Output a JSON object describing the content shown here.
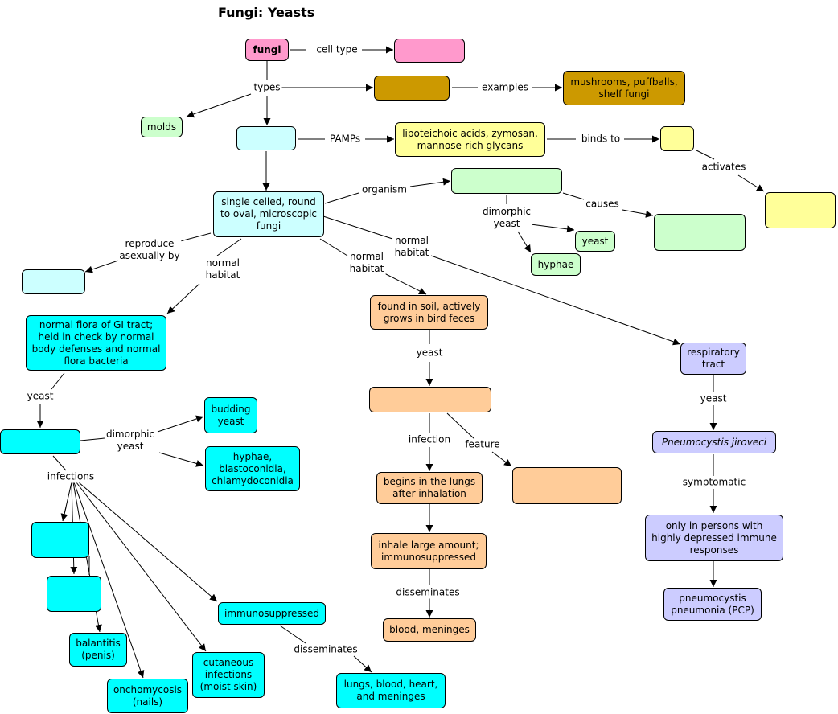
{
  "title": "Fungi: Yeasts",
  "nodes": {
    "fungi": "fungi",
    "cell_type_blank": "",
    "types_blank": "",
    "mushrooms": "mushrooms, puffballs,\nshelf fungi",
    "molds": "molds",
    "yeasts_blank": "",
    "pamps_list": "lipoteichoic acids, zymosan,\nmannose-rich glycans",
    "binds_blank": "",
    "activates_blank": "",
    "organism_blank": "",
    "causes_blank": "",
    "yeast_small": "yeast",
    "hyphae_small": "hyphae",
    "single_celled": "single celled, round\nto oval, microscopic\nfungi",
    "reproduce_blank": "",
    "normal_flora": "normal flora of GI tract;\nheld in check by normal\nbody defenses and normal\nflora bacteria",
    "candida_blank": "",
    "budding_yeast": "budding\nyeast",
    "hyphae_blasto": "hyphae,\nblastoconidia,\nchlamydoconidia",
    "infection1_blank": "",
    "infection2_blank": "",
    "balantitis": "balantitis\n(penis)",
    "onchomycosis": "onchomycosis\n(nails)",
    "cutaneous": "cutaneous\ninfections\n(moist skin)",
    "immunosuppressed": "immunosuppressed",
    "lungs_blood": "lungs, blood, heart,\nand meninges",
    "soil": "found in soil, actively\ngrows in bird feces",
    "crypto_blank": "",
    "feature_blank": "",
    "begins_lungs": "begins in the lungs\nafter inhalation",
    "inhale": "inhale large amount;\nimmunosuppressed",
    "blood_meninges": "blood, meninges",
    "respiratory": "respiratory\ntract",
    "pneumocystis": "Pneumocystis jiroveci",
    "only_persons": "only in persons with\nhighly depressed immune\nresponses",
    "pcp": "pneumocystis\npneumonia (PCP)"
  },
  "labels": {
    "cell_type": "cell type",
    "types": "types",
    "examples": "examples",
    "pamps": "PAMPs",
    "binds_to": "binds to",
    "activates": "activates",
    "organism": "organism",
    "causes": "causes",
    "dimorphic_yeast_1": "dimorphic\nyeast",
    "reproduce": "reproduce\nasexually by",
    "normal_habitat_1": "normal\nhabitat",
    "normal_habitat_2": "normal\nhabitat",
    "normal_habitat_3": "normal\nhabitat",
    "yeast_1": "yeast",
    "dimorphic_yeast_2": "dimorphic\nyeast",
    "infections": "infections",
    "disseminates_1": "disseminates",
    "yeast_2": "yeast",
    "infection": "infection",
    "feature": "feature",
    "disseminates_2": "disseminates",
    "yeast_3": "yeast",
    "symptomatic": "symptomatic"
  },
  "colors": {
    "pink": "#ff99cc",
    "brown": "#cc9900",
    "yellow": "#ffff99",
    "green": "#ccffcc",
    "light_cyan": "#ccffff",
    "cyan": "#00ffff",
    "peach": "#ffcc99",
    "lavender": "#ccccff"
  }
}
